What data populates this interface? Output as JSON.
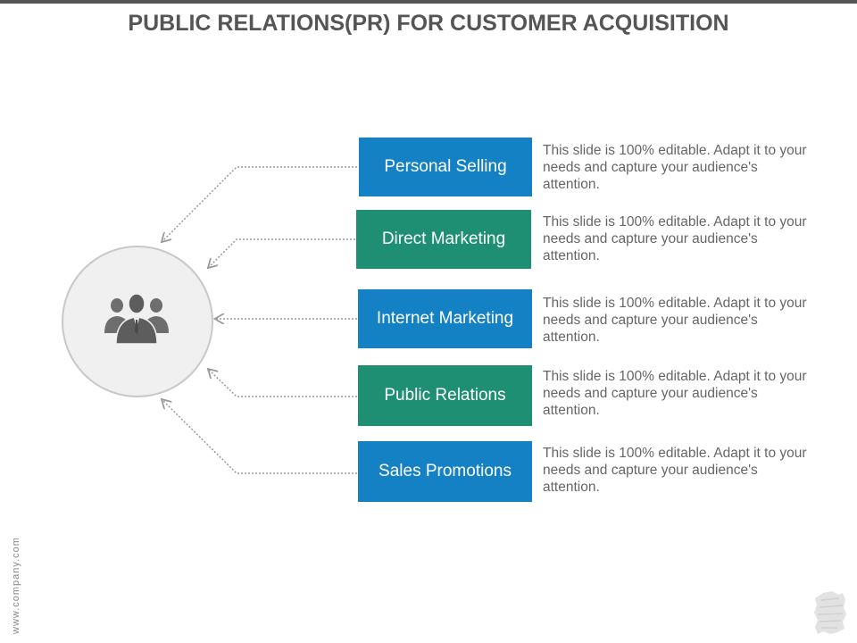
{
  "title": "PUBLIC RELATIONS(PR) FOR CUSTOMER ACQUISITION",
  "colors": {
    "blue": "#1581c5",
    "green": "#1e8f73",
    "title": "#555555",
    "text": "#666666",
    "hub_fill": "#f0f0f0",
    "hub_border": "#c8c8c8"
  },
  "hub": {
    "icon": "people-group-icon"
  },
  "items": [
    {
      "label": "Personal Selling",
      "color": "blue",
      "description": "This slide is 100% editable. Adapt it to your needs and capture your audience's attention."
    },
    {
      "label": "Direct Marketing",
      "color": "green",
      "description": "This slide is 100% editable. Adapt it to your needs and capture your audience's attention."
    },
    {
      "label": "Internet Marketing",
      "color": "blue",
      "description": "This slide is 100% editable. Adapt it to your needs and capture your audience's attention."
    },
    {
      "label": "Public Relations",
      "color": "green",
      "description": "This slide is 100% editable. Adapt it to your needs and capture your audience's attention."
    },
    {
      "label": "Sales Promotions",
      "color": "blue",
      "description": "This slide is 100% editable. Adapt it to your needs and capture your audience's attention."
    }
  ],
  "footer": {
    "website": "www.company.com"
  }
}
